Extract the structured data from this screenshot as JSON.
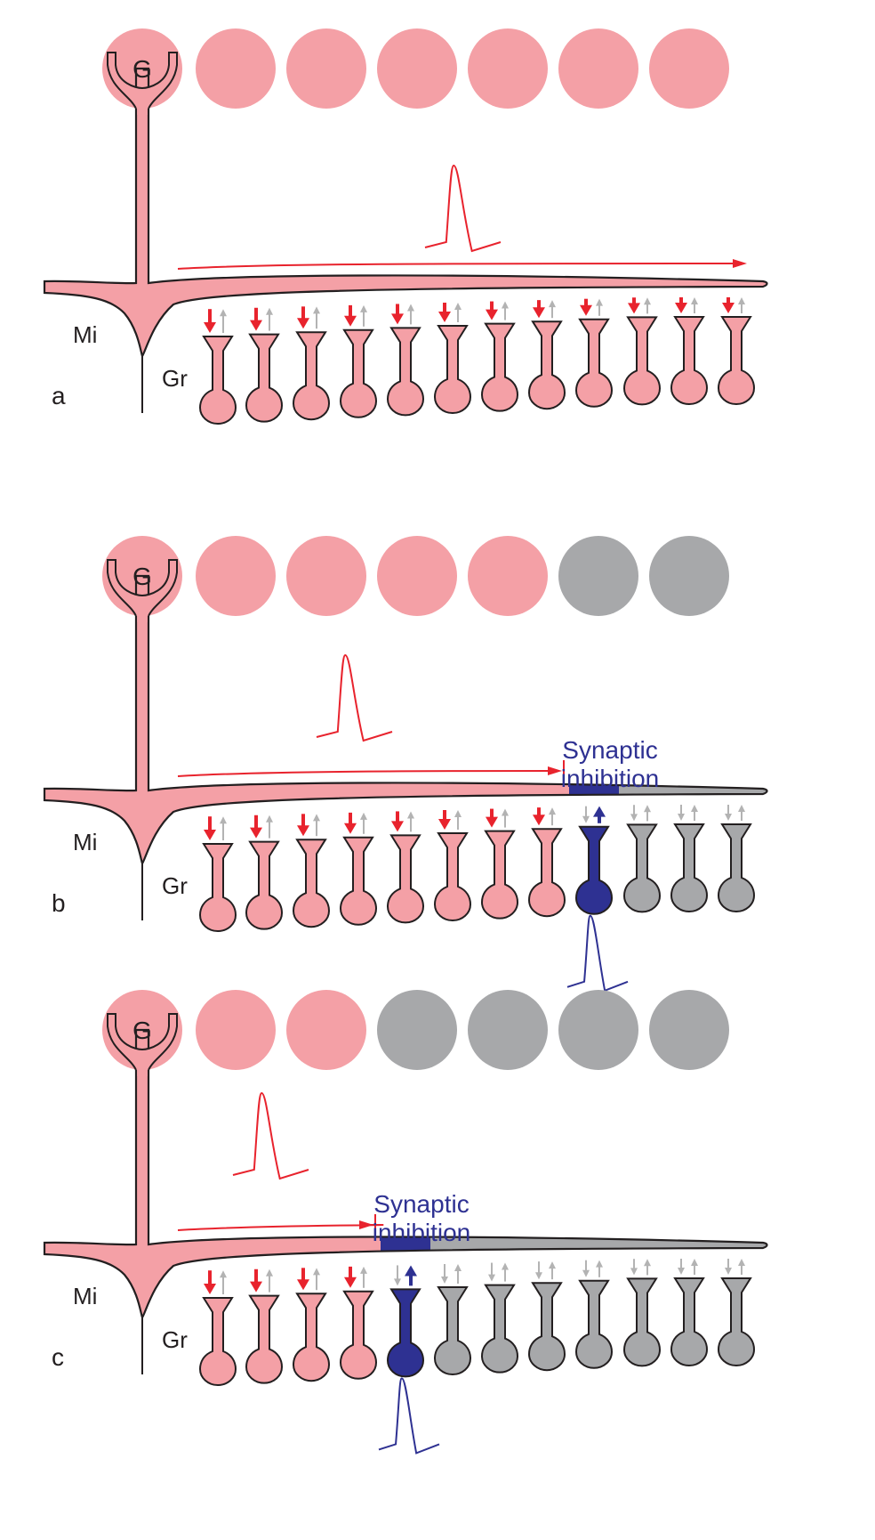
{
  "colors": {
    "active": "#f4a0a6",
    "inactive": "#a7a8aa",
    "inhibitory": "#2e3192",
    "spike": "#e8232d",
    "outline": "#231f20",
    "feedback_arrow": "#b3b3b3"
  },
  "labels": {
    "glomerulus": "G",
    "mitral": "Mi",
    "granule": "Gr",
    "inhibition_line1": "Synaptic",
    "inhibition_line2": "inhibition"
  },
  "panels": [
    {
      "id": "a",
      "label": "a",
      "glomeruli": [
        "active",
        "active",
        "active",
        "active",
        "active",
        "active",
        "active"
      ],
      "granule_cells": [
        "active",
        "active",
        "active",
        "active",
        "active",
        "active",
        "active",
        "active",
        "active",
        "active",
        "active",
        "active"
      ],
      "spike_propagates_to_end": true,
      "inhibition": false
    },
    {
      "id": "b",
      "label": "b",
      "glomeruli": [
        "active",
        "active",
        "active",
        "active",
        "active",
        "inactive",
        "inactive"
      ],
      "granule_cells": [
        "active",
        "active",
        "active",
        "active",
        "active",
        "active",
        "active",
        "active",
        "inhibitory",
        "inactive",
        "inactive",
        "inactive"
      ],
      "spike_propagates_to_end": false,
      "inhibition": true,
      "inhibition_at_granule_index": 8
    },
    {
      "id": "c",
      "label": "c",
      "glomeruli": [
        "active",
        "active",
        "active",
        "inactive",
        "inactive",
        "inactive",
        "inactive"
      ],
      "granule_cells": [
        "active",
        "active",
        "active",
        "active",
        "inhibitory",
        "inactive",
        "inactive",
        "inactive",
        "inactive",
        "inactive",
        "inactive",
        "inactive"
      ],
      "spike_propagates_to_end": false,
      "inhibition": true,
      "inhibition_at_granule_index": 4
    }
  ]
}
